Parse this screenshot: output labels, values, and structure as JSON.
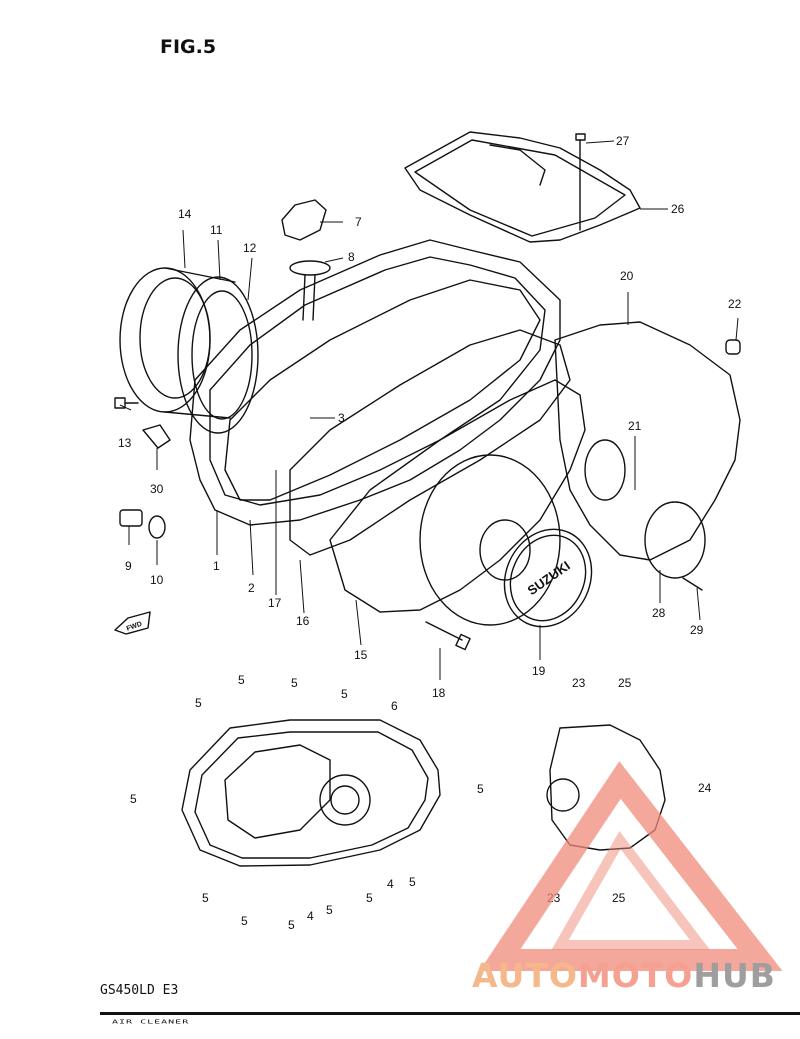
{
  "figure_title": "FIG.5",
  "model_code": "GS450LD E3",
  "footer_text": "AIR CLEANER",
  "cover_badge_text": "SUZUKI",
  "direction_label": "FWD",
  "watermark": {
    "part1": "AUTO",
    "part2": "MOTO",
    "part3": "HUB",
    "color_primary": "#f08a7a",
    "color_secondary": "#9e9e9e"
  },
  "callouts": {
    "c1": "1",
    "c2": "2",
    "c3": "3",
    "c7": "7",
    "c8": "8",
    "c9": "9",
    "c10": "10",
    "c11": "11",
    "c12": "12",
    "c13": "13",
    "c14": "14",
    "c15": "15",
    "c16": "16",
    "c17": "17",
    "c18": "18",
    "c19": "19",
    "c20": "20",
    "c21": "21",
    "c22": "22",
    "c26": "26",
    "c27": "27",
    "c28": "28",
    "c29": "29",
    "c30": "30",
    "g5a": "5",
    "g5b": "5",
    "g5c": "5",
    "g6": "6",
    "g5d": "5",
    "g5e": "5",
    "g5f": "5",
    "g5g": "5",
    "g5h": "5",
    "g5i": "5",
    "g4a": "4",
    "g5j": "5",
    "g5k": "5",
    "g4b": "4",
    "g5l": "5",
    "s23a": "23",
    "s25a": "25",
    "s24": "24",
    "s23b": "23",
    "s25b": "25"
  }
}
